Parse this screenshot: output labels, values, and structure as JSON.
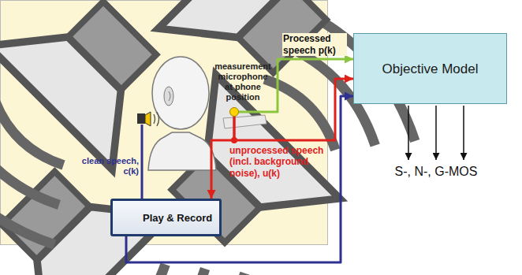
{
  "diagram": {
    "nodes": [
      {
        "text": [
          "measurement microphone at phone position"
        ]
      },
      {
        "text": [
          "Play & Record"
        ]
      },
      {
        "text": [
          "Objective Model"
        ]
      }
    ],
    "edges": [
      {
        "from": 0,
        "to": 2,
        "arrow": "to",
        "label": "Processed speech p(k)"
      },
      {
        "from": 0,
        "to": 2,
        "arrow": "to",
        "label": "unprocessed speech (incl. background noise), u(k)"
      },
      {
        "from": 0,
        "to": 1,
        "arrow": "to"
      },
      {
        "from": 1,
        "to": 2,
        "arrow": "to"
      }
    ],
    "labels": [
      "clean speech, c(k)",
      "S-, N-, G-MOS"
    ]
  }
}
